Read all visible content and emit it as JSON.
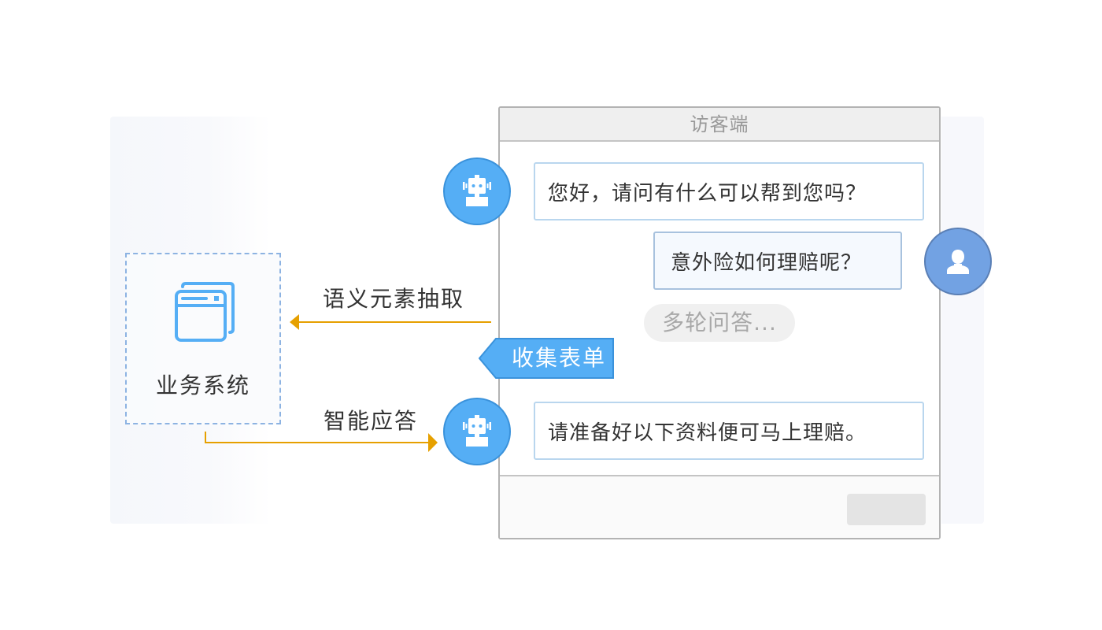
{
  "colors": {
    "accent_blue": "#55aef5",
    "user_blue": "#72a2e3",
    "arrow_orange": "#e6a000",
    "dashed_border": "#8db3e2",
    "text_dark": "#333333",
    "text_muted": "#999999"
  },
  "business_system": {
    "icon": "browser-window-icon",
    "label": "业务系统"
  },
  "flows": {
    "extract_label": "语义元素抽取",
    "answer_label": "智能应答"
  },
  "chat": {
    "title": "访客端",
    "messages": [
      {
        "role": "bot",
        "avatar_icon": "robot-icon",
        "text": "您好，请问有什么可以帮到您吗？"
      },
      {
        "role": "user",
        "avatar_icon": "user-icon",
        "text": "意外险如何理赔呢？"
      },
      {
        "role": "bot",
        "avatar_icon": "robot-icon",
        "text": "请准备好以下资料便可马上理赔。"
      }
    ],
    "multi_turn_text": "多轮问答...",
    "collect_form_tag": "收集表单",
    "send_button_label": ""
  }
}
